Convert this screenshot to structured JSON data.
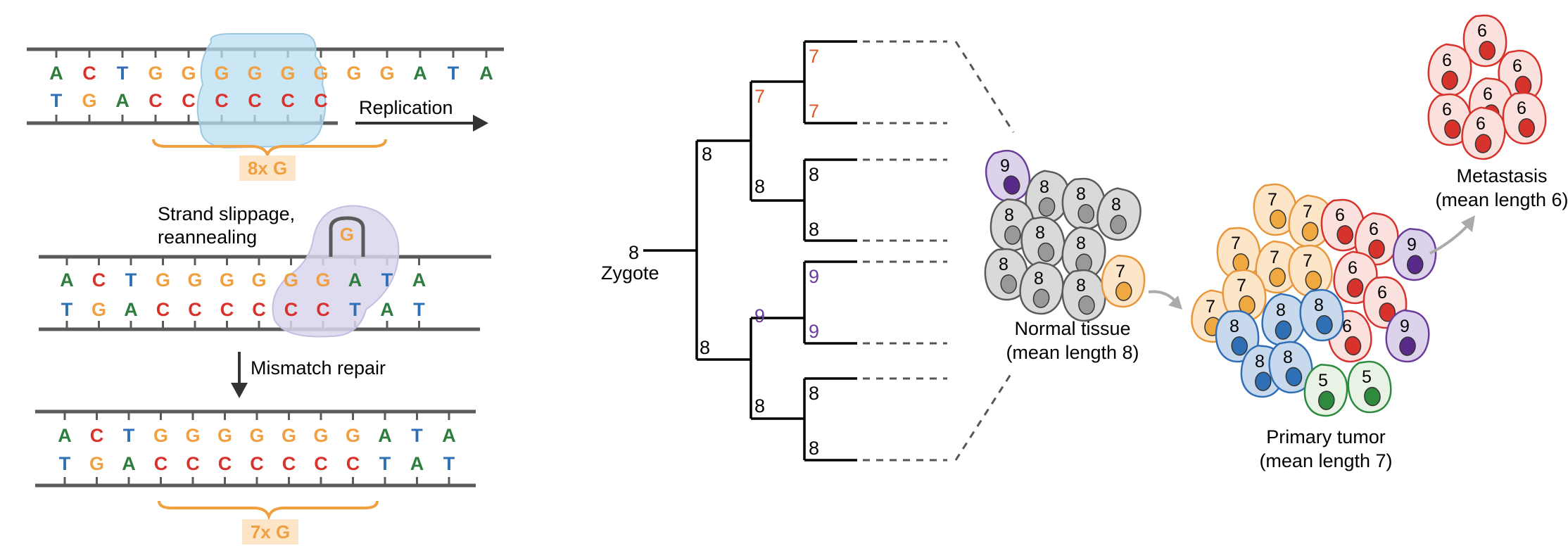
{
  "colors": {
    "A": "#2e7d3e",
    "C": "#d7322c",
    "T": "#2f6fb5",
    "G": "#f0a040",
    "n7": "#d95a2b",
    "n8": "#000000",
    "n9": "#6a3d9a",
    "polymerase": "#b9def0",
    "slippage_blob": "#dad6ec",
    "brace": "#f0a040",
    "brace_label_bg": "#fde5c8"
  },
  "panel_a": {
    "row1": {
      "top": [
        "A",
        "C",
        "T",
        "G",
        "G",
        "G",
        "G",
        "G",
        "G",
        "G",
        "G",
        "A",
        "T",
        "A"
      ],
      "bottom": [
        "T",
        "G",
        "A",
        "C",
        "C",
        "C",
        "C",
        "C",
        "C"
      ]
    },
    "replication_label": "Replication",
    "brace1_label": "8x G",
    "slippage_label_line1": "Strand slippage,",
    "slippage_label_line2": "reannealing",
    "loop_base": "G",
    "row2": {
      "top": [
        "A",
        "C",
        "T",
        "G",
        "G",
        "G",
        "G",
        "G",
        "G",
        "A",
        "T",
        "A"
      ],
      "bottom": [
        "T",
        "G",
        "A",
        "C",
        "C",
        "C",
        "C",
        "C",
        "C",
        "T",
        "A",
        "T"
      ]
    },
    "mismatch_label": "Mismatch repair",
    "row3": {
      "top": [
        "A",
        "C",
        "T",
        "G",
        "G",
        "G",
        "G",
        "G",
        "G",
        "G",
        "A",
        "T",
        "A"
      ],
      "bottom": [
        "T",
        "G",
        "A",
        "C",
        "C",
        "C",
        "C",
        "C",
        "C",
        "C",
        "T",
        "A",
        "T"
      ]
    },
    "brace2_label": "7x G"
  },
  "tree": {
    "root_value": "8",
    "root_label": "Zygote",
    "upper_node": "8",
    "lower_node": "8",
    "n7": "7",
    "n8a": "8",
    "n9": "9",
    "n8b": "8",
    "leaves": [
      "7",
      "7",
      "8",
      "8",
      "9",
      "9",
      "8",
      "8"
    ]
  },
  "normal": {
    "cells": [
      "9",
      "8",
      "8",
      "8",
      "8",
      "8",
      "8",
      "8",
      "8",
      "8",
      "7"
    ],
    "label_line1": "Normal tissue",
    "label_line2": "(mean length 8)"
  },
  "primary": {
    "cells": [
      "7",
      "7",
      "7",
      "7",
      "7",
      "7",
      "7",
      "6",
      "6",
      "6",
      "6",
      "9",
      "6",
      "9",
      "8",
      "8",
      "8",
      "8",
      "8",
      "5",
      "5"
    ],
    "label_line1": "Primary tumor",
    "label_line2": "(mean length 7)"
  },
  "metastasis": {
    "cells": [
      "6",
      "6",
      "6",
      "6",
      "6",
      "6",
      "6"
    ],
    "label_line1": "Metastasis",
    "label_line2": "(mean length 6)"
  }
}
